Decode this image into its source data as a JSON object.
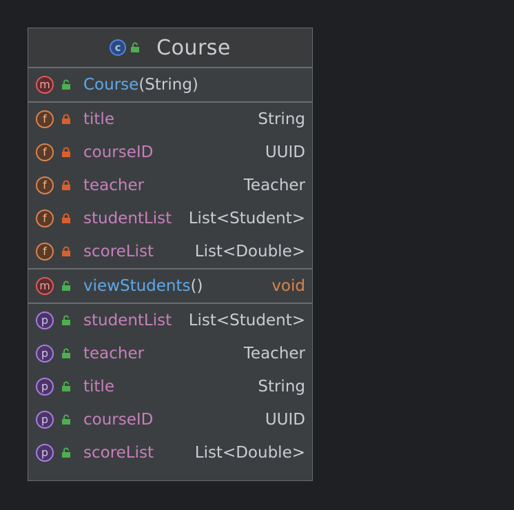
{
  "colors": {
    "background": "#1f2023",
    "panel": "#3c3f41",
    "border": "#6a6d70",
    "field_name": "#c77fbd",
    "method_name": "#5ea8ec",
    "type_text": "#c9cdd2",
    "void": "#d9844e",
    "public_icon": "#4caf50",
    "private_icon": "#d9602e"
  },
  "class_box": {
    "kind_icon": "class-icon",
    "kind_letter": "c",
    "visibility": "public",
    "name": "Course"
  },
  "constructors": [
    {
      "badge": "m",
      "visibility": "public",
      "name": "Course",
      "params": "(String)"
    }
  ],
  "fields": [
    {
      "badge": "f",
      "visibility": "private",
      "name": "title",
      "type": "String"
    },
    {
      "badge": "f",
      "visibility": "private",
      "name": "courseID",
      "type": "UUID"
    },
    {
      "badge": "f",
      "visibility": "private",
      "name": "teacher",
      "type": "Teacher"
    },
    {
      "badge": "f",
      "visibility": "private",
      "name": "studentList",
      "type": "List<Student>"
    },
    {
      "badge": "f",
      "visibility": "private",
      "name": "scoreList",
      "type": "List<Double>"
    }
  ],
  "methods": [
    {
      "badge": "m",
      "visibility": "public",
      "name": "viewStudents",
      "params": "()",
      "type": "void"
    }
  ],
  "properties": [
    {
      "badge": "p",
      "visibility": "public",
      "name": "studentList",
      "type": "List<Student>"
    },
    {
      "badge": "p",
      "visibility": "public",
      "name": "teacher",
      "type": "Teacher"
    },
    {
      "badge": "p",
      "visibility": "public",
      "name": "title",
      "type": "String"
    },
    {
      "badge": "p",
      "visibility": "public",
      "name": "courseID",
      "type": "UUID"
    },
    {
      "badge": "p",
      "visibility": "public",
      "name": "scoreList",
      "type": "List<Double>"
    }
  ]
}
